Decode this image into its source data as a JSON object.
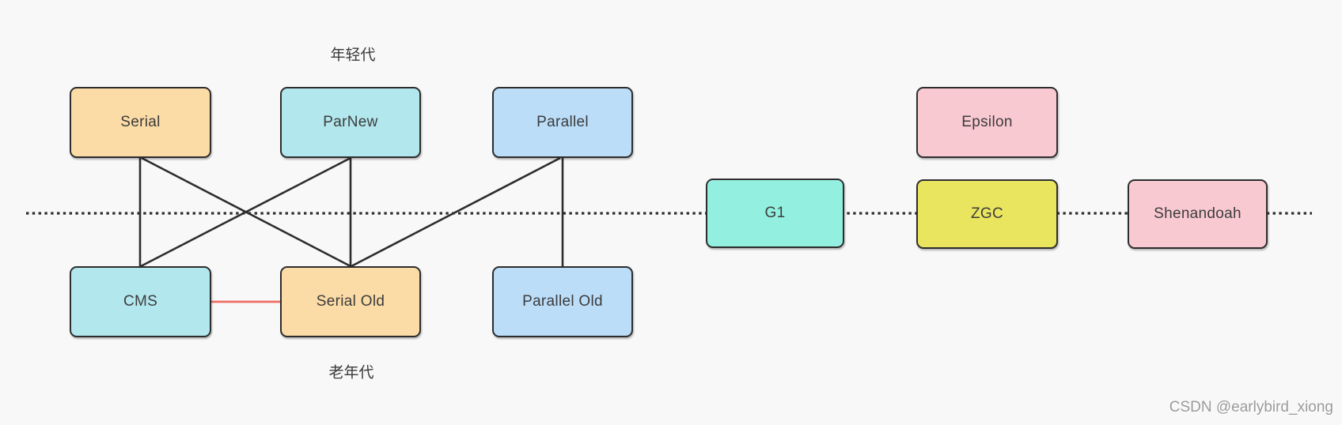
{
  "labels": {
    "young_generation": "年轻代",
    "old_generation": "老年代"
  },
  "watermark": "CSDN @earlybird_xiong",
  "colors": {
    "background": "#f8f8f8",
    "node_border": "#2d2d2d",
    "edge": "#2d2d2d",
    "edge_highlight": "#ee6e67",
    "axis_dotted": "#2e2e2e",
    "text": "#3c3c3c",
    "watermark_text": "#9a9a9a",
    "peach": "#fbdba6",
    "cyan": "#b2e7ee",
    "blue": "#bbddf8",
    "mint": "#93f0e0",
    "yellow": "#eae55f",
    "pink": "#f9c9d2"
  },
  "nodes": [
    {
      "id": "serial",
      "label": "Serial",
      "color": "#fbdba6"
    },
    {
      "id": "parnew",
      "label": "ParNew",
      "color": "#b2e7ee"
    },
    {
      "id": "parallel",
      "label": "Parallel",
      "color": "#bbddf8"
    },
    {
      "id": "epsilon",
      "label": "Epsilon",
      "color": "#f9c9d2"
    },
    {
      "id": "g1",
      "label": "G1",
      "color": "#93f0e0"
    },
    {
      "id": "zgc",
      "label": "ZGC",
      "color": "#eae55f"
    },
    {
      "id": "shenandoah",
      "label": "Shenandoah",
      "color": "#f9c9d2"
    },
    {
      "id": "cms",
      "label": "CMS",
      "color": "#b2e7ee"
    },
    {
      "id": "serial_old",
      "label": "Serial Old",
      "color": "#fbdba6"
    },
    {
      "id": "parallel_old",
      "label": "Parallel Old",
      "color": "#bbddf8"
    }
  ],
  "edges": [
    {
      "from": "serial",
      "to": "cms",
      "style": "solid"
    },
    {
      "from": "serial",
      "to": "serial_old",
      "style": "solid"
    },
    {
      "from": "parnew",
      "to": "cms",
      "style": "solid"
    },
    {
      "from": "parnew",
      "to": "serial_old",
      "style": "solid"
    },
    {
      "from": "parallel",
      "to": "serial_old",
      "style": "solid"
    },
    {
      "from": "parallel",
      "to": "parallel_old",
      "style": "solid"
    },
    {
      "from": "cms",
      "to": "serial_old",
      "style": "highlight"
    }
  ],
  "axis": {
    "style": "dotted",
    "orientation": "horizontal"
  }
}
